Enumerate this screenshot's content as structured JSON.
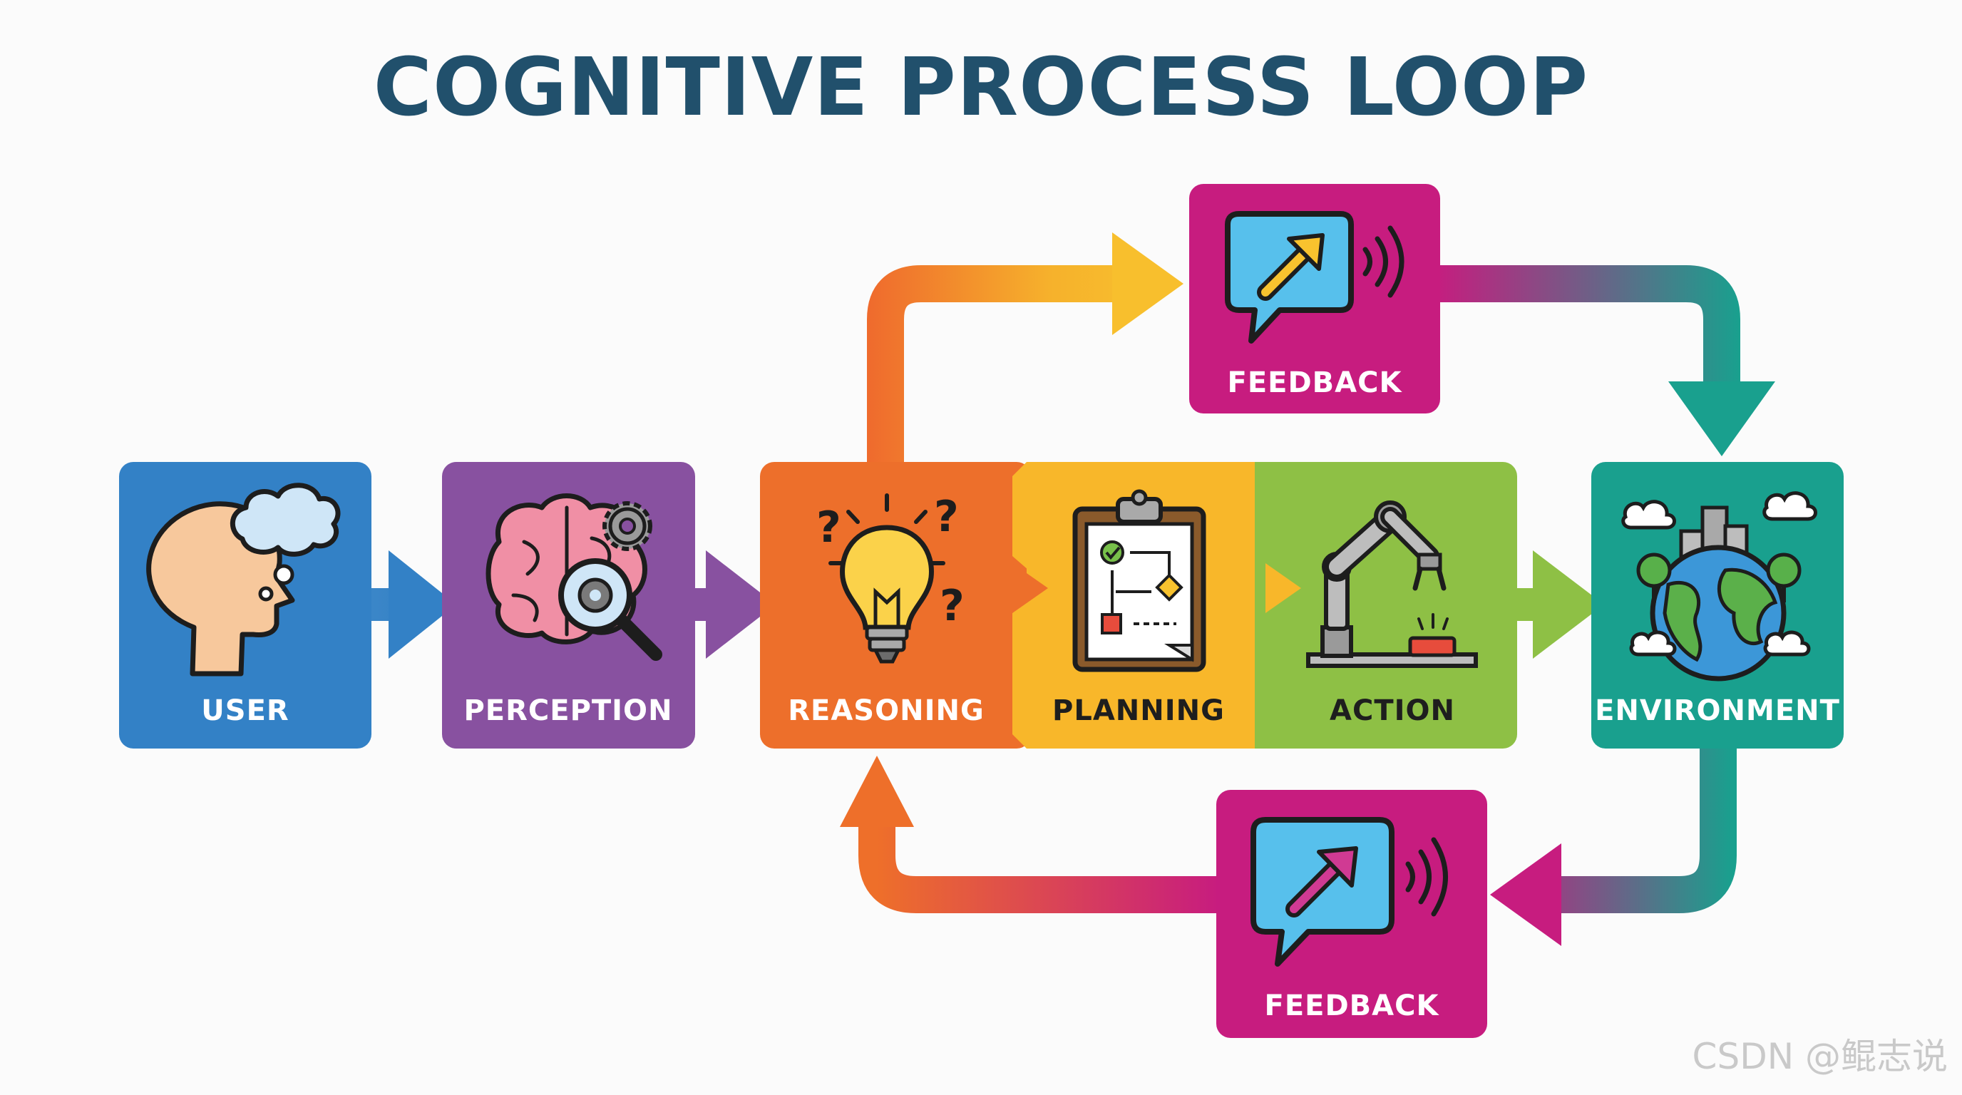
{
  "title": "COGNITIVE PROCESS LOOP",
  "nodes": {
    "user": "USER",
    "perception": "PERCEPTION",
    "reasoning": "REASONING",
    "planning": "PLANNING",
    "action": "ACTION",
    "environment": "ENVIRONMENT",
    "feedback_top": "FEEDBACK",
    "feedback_bottom": "FEEDBACK"
  },
  "watermark": "CSDN @鲲志说",
  "colors": {
    "title": "#21506c",
    "user": "#3381c6",
    "perception": "#8851a0",
    "reasoning": "#ed6f2b",
    "planning": "#f8b72a",
    "action": "#8ec045",
    "environment": "#19a08e",
    "feedback": "#c71c7f",
    "label_light": "#ffffff",
    "label_dark": "#1e1e1e"
  }
}
